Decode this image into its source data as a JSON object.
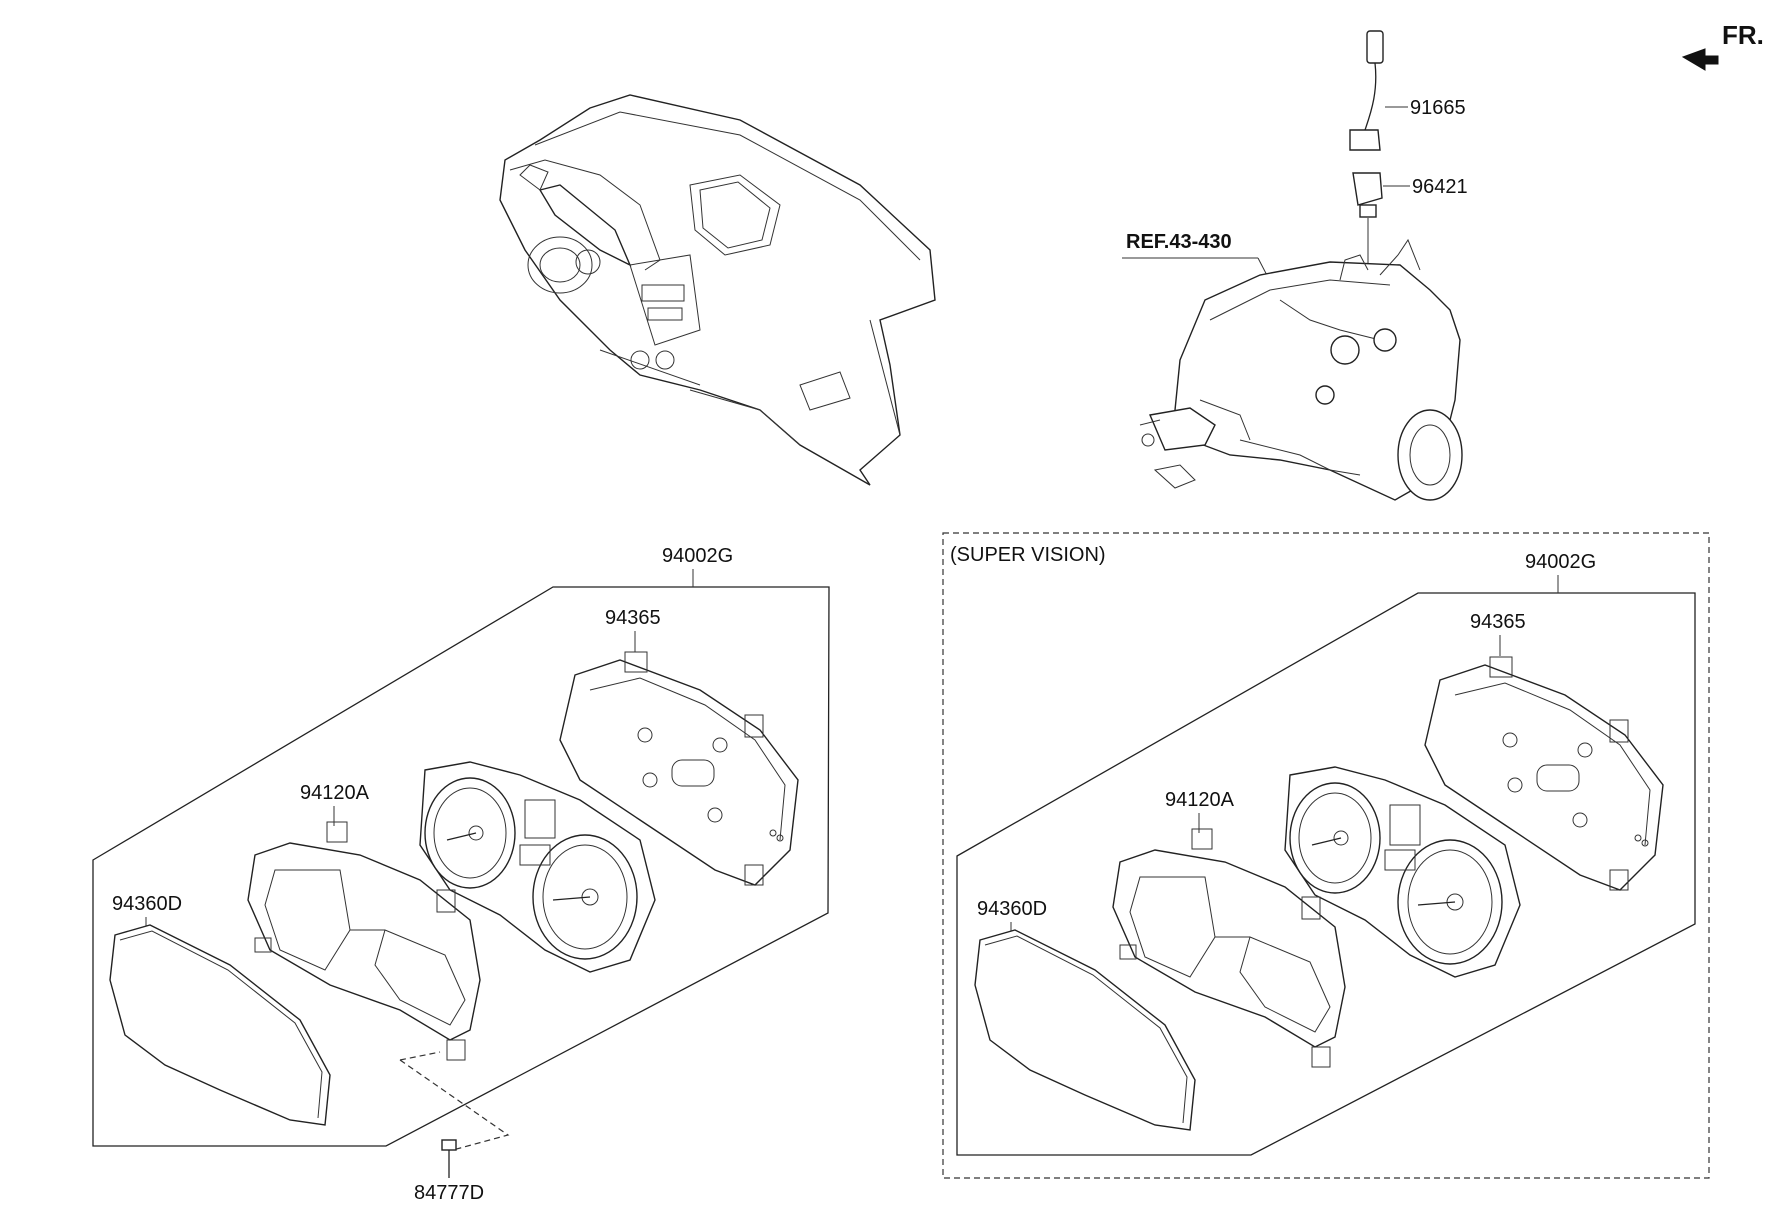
{
  "orientation_label": "FR.",
  "reference_label": "REF.43-430",
  "variant_label": "(SUPER VISION)",
  "sensor_parts": {
    "harness": "91665",
    "sensor": "96421"
  },
  "standard_cluster": {
    "assembly": "94002G",
    "case": "94365",
    "housing": "94120A",
    "lens": "94360D",
    "screw": "84777D"
  },
  "supervision_cluster": {
    "assembly": "94002G",
    "case": "94365",
    "housing": "94120A",
    "lens": "94360D"
  },
  "colors": {
    "line": "#222222",
    "background": "#ffffff"
  }
}
